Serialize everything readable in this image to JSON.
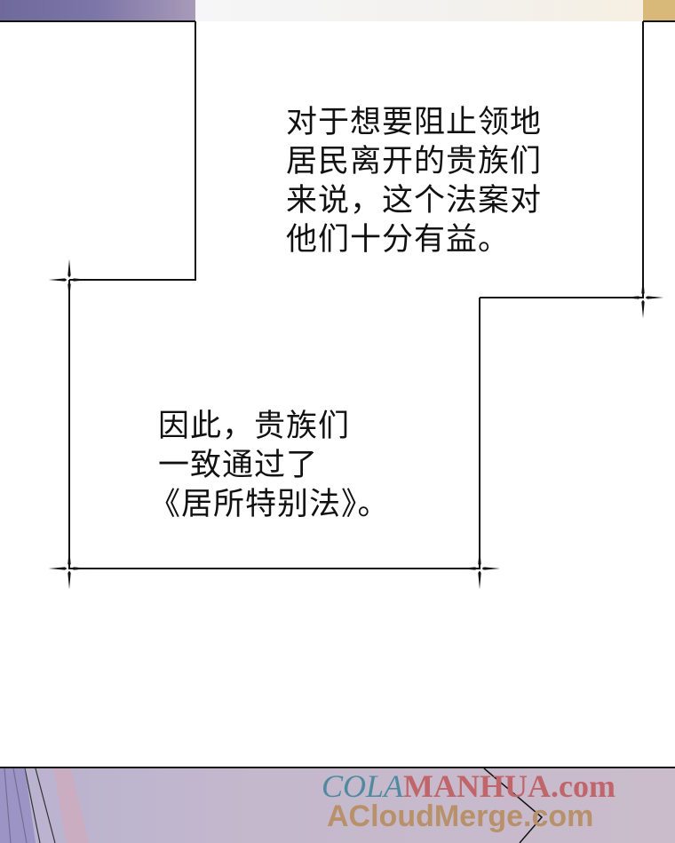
{
  "caption_top": [
    "对于想要阻止领地",
    "居民离开的贵族们",
    "来说，这个法案对",
    "他们十分有益。"
  ],
  "caption_bottom": [
    "因此，贵族们",
    "一致通过了",
    "《居所特别法》。"
  ],
  "watermark": {
    "line1_part1": "COLA",
    "line1_part2": "MANHUA.com",
    "line2": "ACloudMerge.com"
  },
  "colors": {
    "line1_part1": "#4f8aa0",
    "line1_part2": "#c0656a"
  }
}
